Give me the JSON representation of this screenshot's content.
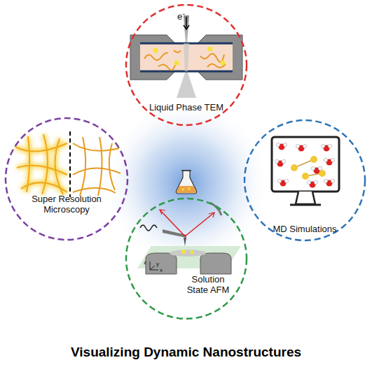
{
  "diagram": {
    "title": "Visualizing Dynamic Nanostructures",
    "nodes": [
      {
        "text": [
          "Liquid Phase TEM"
        ]
      },
      {
        "text": [
          "Super Resolution Microscopy"
        ]
      },
      {
        "text": [
          "MD Simulations"
        ]
      },
      {
        "text": [
          "Solution State AFM"
        ]
      }
    ],
    "labels": [
      "e⁻",
      "z",
      "y",
      "x"
    ]
  }
}
